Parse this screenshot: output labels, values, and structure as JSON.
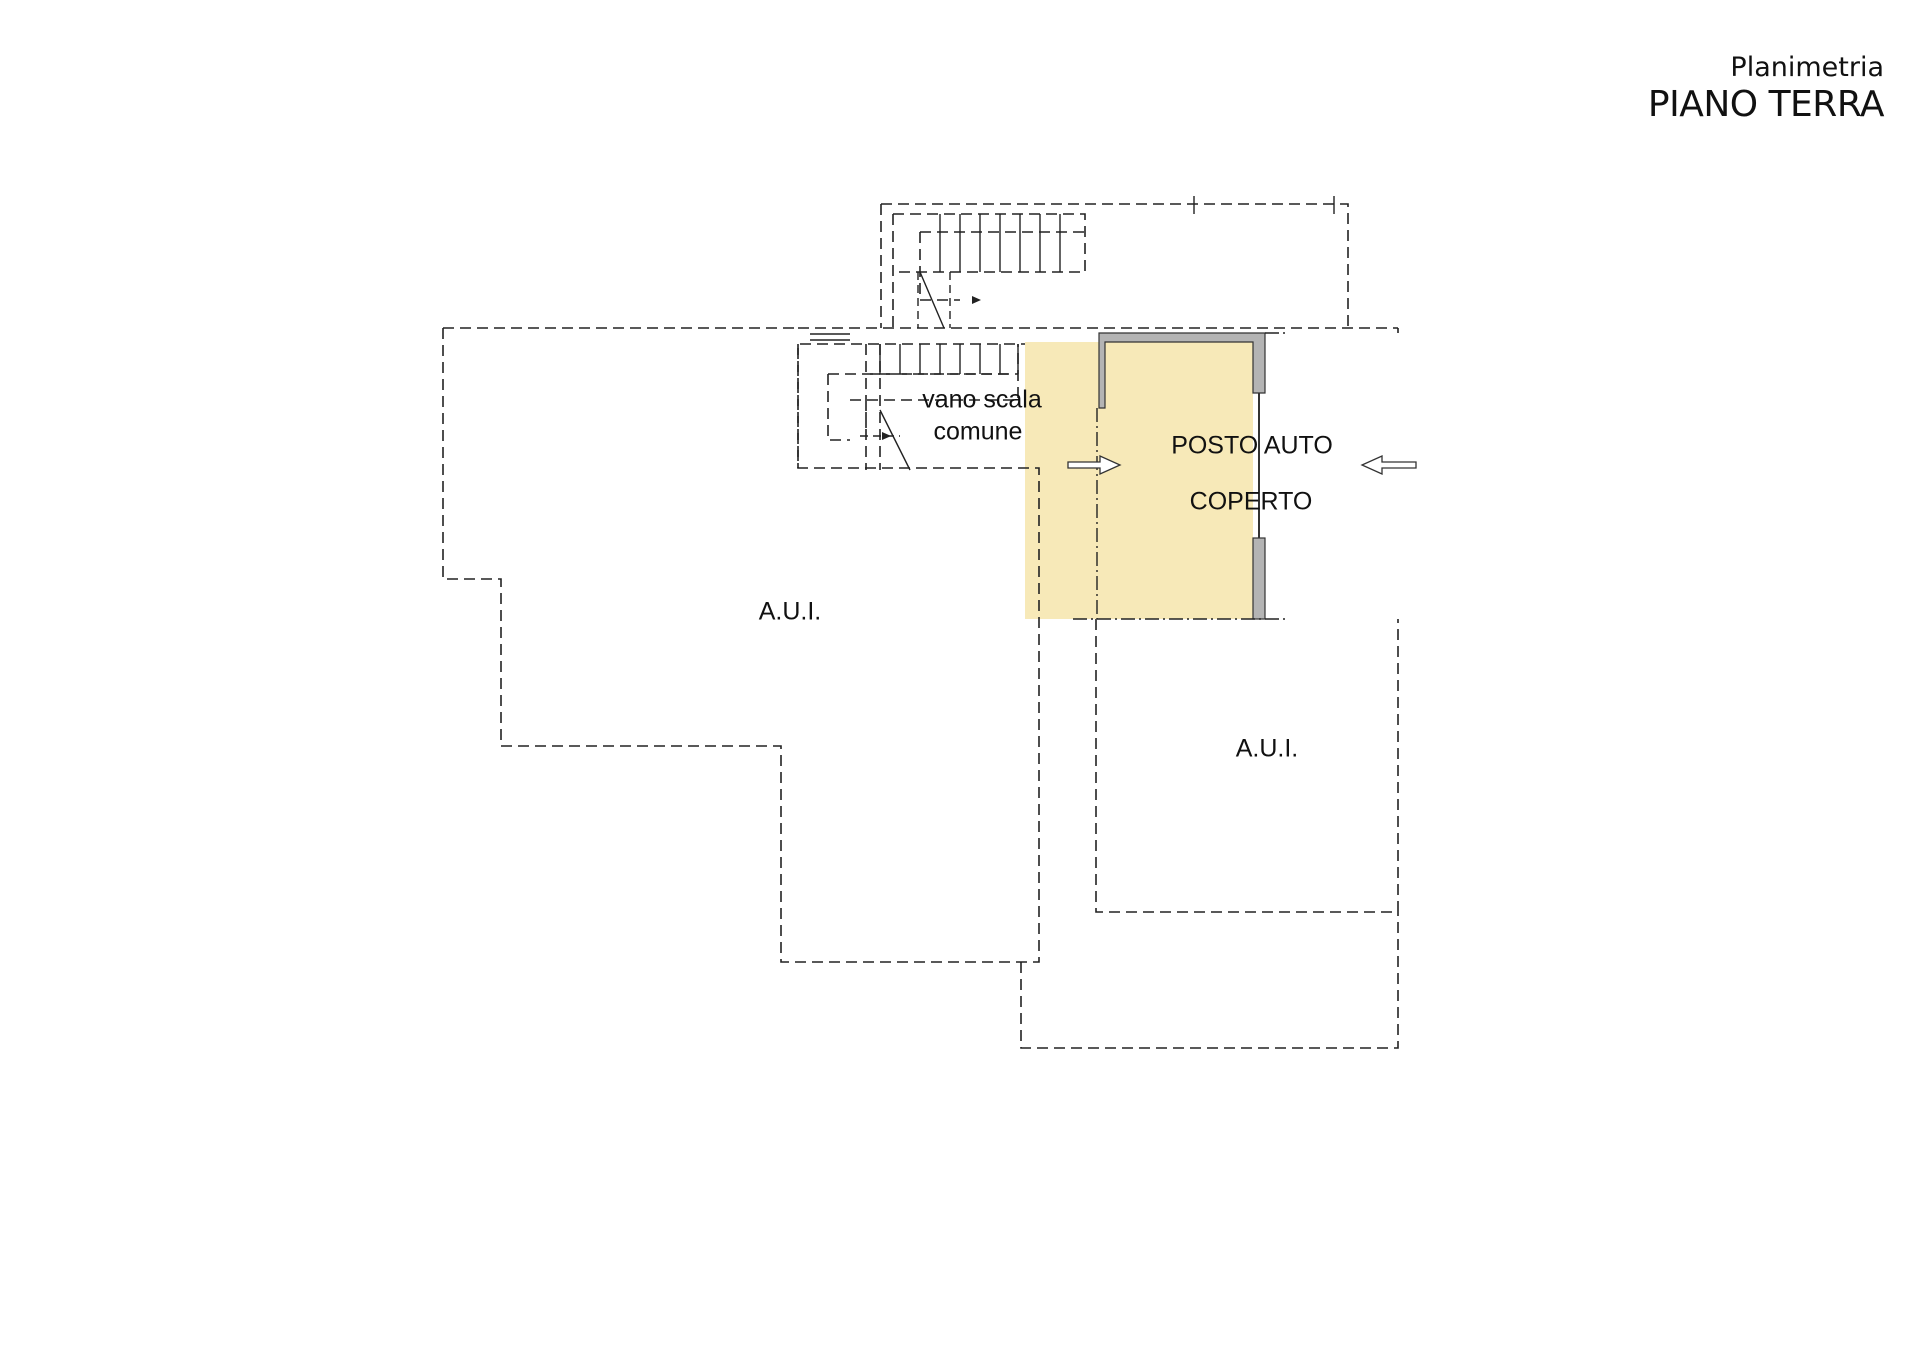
{
  "header": {
    "subtitle": "Planimetria",
    "title": "PIANO TERRA"
  },
  "rooms": {
    "stair": {
      "line1": "vano scala",
      "line2": "comune"
    },
    "parking": {
      "line1": "POSTO AUTO",
      "line2": "COPERTO"
    },
    "aui_left": "A.U.I.",
    "aui_right": "A.U.I."
  },
  "colors": {
    "highlight": "#f7e9b8",
    "wall": "#b4b4b4"
  }
}
